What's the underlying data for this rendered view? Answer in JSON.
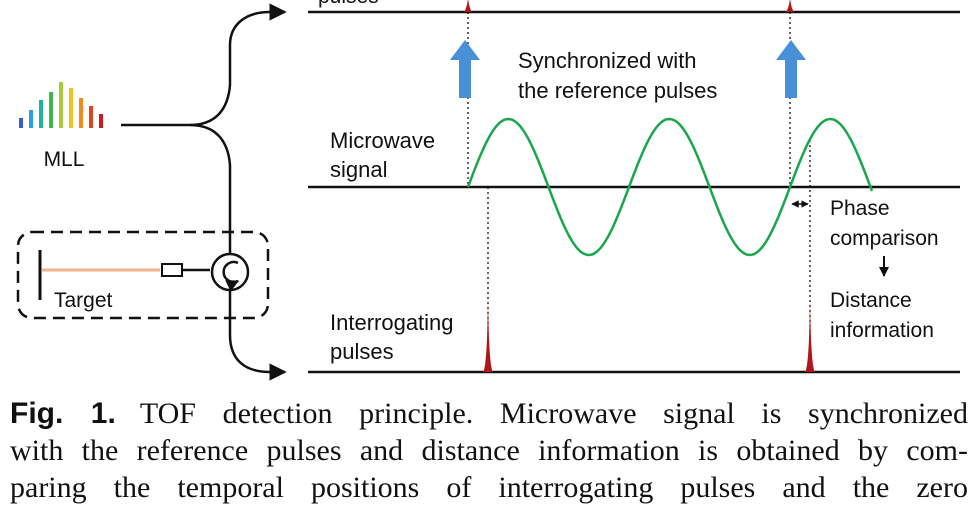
{
  "diagram": {
    "labels": {
      "reference_pulses_cut": "pulses",
      "synchronized_line1": "Synchronized with",
      "synchronized_line2": "the reference pulses",
      "microwave_line1": "Microwave",
      "microwave_line2": "signal",
      "mll": "MLL",
      "target": "Target",
      "phase_line1": "Phase",
      "phase_line2": "comparison",
      "distance_line1": "Distance",
      "distance_line2": "information",
      "interrogating_line1": "Interrogating",
      "interrogating_line2": "pulses"
    },
    "colors": {
      "sine": "#1aa64a",
      "pulse": "#b0151b",
      "arrow_up": "#4a90d9",
      "target_beam": "#f0b48a",
      "line": "#111111",
      "mll_bars": [
        "#3b5bd6",
        "#2aa0d8",
        "#1bb5a0",
        "#3db84a",
        "#a8c93a",
        "#f2c21d",
        "#f28a1d",
        "#e0431d",
        "#c81d1d"
      ]
    }
  },
  "caption": {
    "fig_label": "Fig. 1.",
    "line1": "TOF detection principle. Microwave signal is synchronized",
    "line2": "with the reference pulses and distance information is obtained by com-",
    "line3": "paring the temporal positions of interrogating pulses and the zero"
  }
}
